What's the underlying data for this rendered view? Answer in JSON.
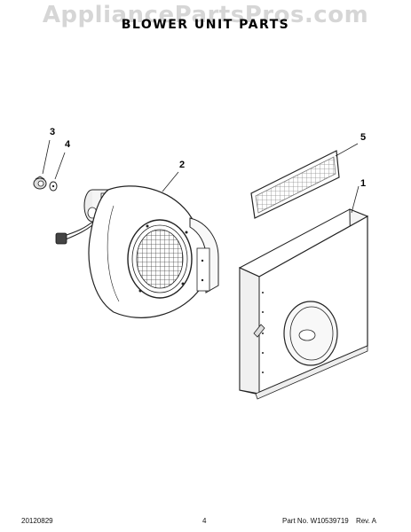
{
  "watermark": "AppliancePartsPros.com",
  "title": "BLOWER UNIT PARTS",
  "callouts": [
    {
      "id": "3",
      "label": "3"
    },
    {
      "id": "4",
      "label": "4"
    },
    {
      "id": "2",
      "label": "2"
    },
    {
      "id": "5",
      "label": "5"
    },
    {
      "id": "1",
      "label": "1"
    }
  ],
  "footer": {
    "date": "20120829",
    "page": "4",
    "part_no": "Part No.  W10539719",
    "rev": "Rev.  A"
  }
}
